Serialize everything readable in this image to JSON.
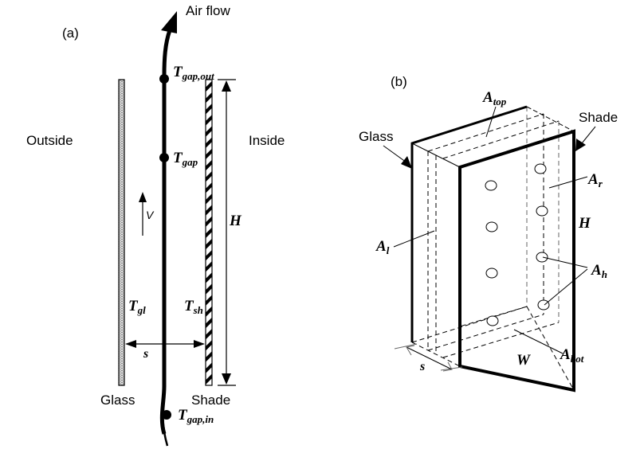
{
  "panel_a": {
    "label": "(a)",
    "air_flow": "Air flow",
    "outside": "Outside",
    "inside": "Inside",
    "glass": "Glass",
    "shade": "Shade",
    "t_gap_out": {
      "main": "T",
      "sub": "gap,out"
    },
    "t_gap": {
      "main": "T",
      "sub": "gap"
    },
    "t_gap_in": {
      "main": "T",
      "sub": "gap,in"
    },
    "t_gl": {
      "main": "T",
      "sub": "gl"
    },
    "t_sh": {
      "main": "T",
      "sub": "sh"
    },
    "velocity": "V",
    "height": "H",
    "spacing": "s"
  },
  "panel_b": {
    "label": "(b)",
    "glass": "Glass",
    "shade": "Shade",
    "a_top": {
      "main": "A",
      "sub": "top"
    },
    "a_r": {
      "main": "A",
      "sub": "r"
    },
    "a_l": {
      "main": "A",
      "sub": "l"
    },
    "a_h": {
      "main": "A",
      "sub": "h"
    },
    "a_bot": {
      "main": "A",
      "sub": "bot"
    },
    "height": "H",
    "width": "W",
    "spacing": "s"
  }
}
